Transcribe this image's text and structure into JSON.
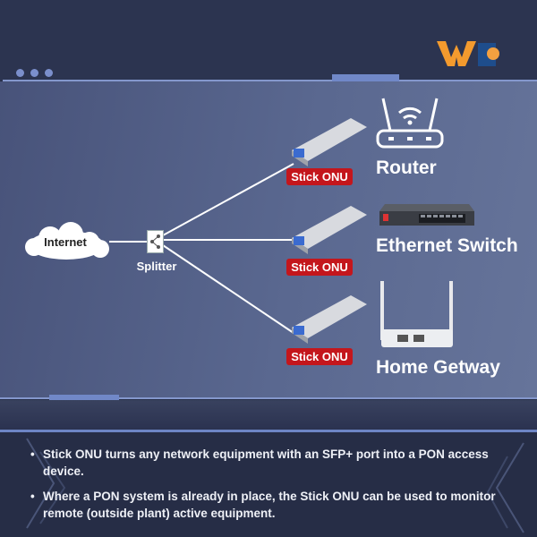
{
  "logo": {
    "text": "WO",
    "colors": {
      "w": "#f39a2e",
      "square": "#1e4d8c",
      "circle": "#f3a040"
    }
  },
  "diagram": {
    "source": "Internet",
    "splitter": "Splitter",
    "onu_label": "Stick ONU",
    "devices": [
      {
        "label": "Router"
      },
      {
        "label": "Ethernet Switch"
      },
      {
        "label": "Home Getway"
      }
    ]
  },
  "bullets": [
    "Stick ONU turns any network equipment with an SFP+ port into a PON access device.",
    "Where a PON system is already in place, the Stick ONU can be used to monitor remote (outside plant) active equipment."
  ],
  "colors": {
    "badge": "#c4161c",
    "accent": "#7188c8"
  }
}
